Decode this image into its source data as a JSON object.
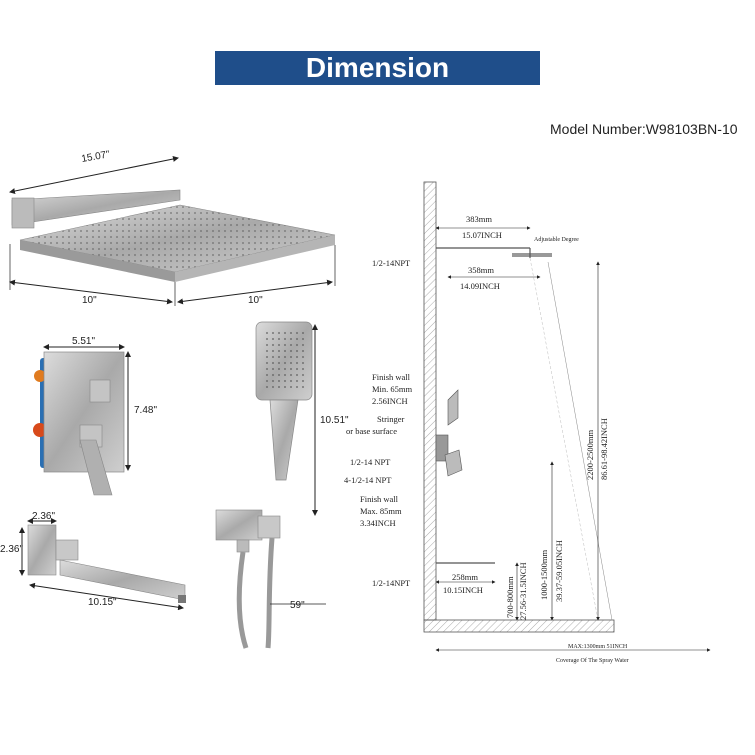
{
  "header": {
    "title": "Dimension",
    "model_number": "Model Number:W98103BN-10",
    "banner_color": "#1f4e8a"
  },
  "showerhead": {
    "arm_length": "15.07\"",
    "width_left": "10\"",
    "width_right": "10\""
  },
  "valve": {
    "width": "5.51\"",
    "height": "7.48\""
  },
  "spout": {
    "top": "2.36\"",
    "side": "2.36\"",
    "length": "10.15\""
  },
  "handheld": {
    "height": "10.51\"",
    "hose": "59\""
  },
  "install": {
    "arm_mm": "383mm",
    "arm_inch": "15.07INCH",
    "adjustable": "Adjustable Degree",
    "head_mm": "358mm",
    "head_inch": "14.09INCH",
    "npt_top": "1/2-14NPT",
    "finish_min_l1": "Finish wall",
    "finish_min_l2": "Min. 65mm",
    "finish_min_l3": "2.56INCH",
    "stringer_l1": "Stringer",
    "stringer_l2": "or base surface",
    "npt_mid": "1/2-14 NPT",
    "npt_4": "4-1/2-14 NPT",
    "finish_max_l1": "Finish wall",
    "finish_max_l2": "Max. 85mm",
    "finish_max_l3": "3.34INCH",
    "npt_bottom": "1/2-14NPT",
    "spout_mm": "258mm",
    "spout_inch": "10.15INCH",
    "height_total_mm": "2200-2500mm",
    "height_total_inch": "86.61-98.42INCH",
    "height_valve_mm": "1000-1500mm",
    "height_valve_inch": "39.37-59.05INCH",
    "height_spout_mm": "700-800mm",
    "height_spout_inch": "27.56-31.5INCH",
    "coverage_max": "MAX:1300mm 51INCH",
    "coverage_label": "Coverage Of The Spray Water"
  }
}
